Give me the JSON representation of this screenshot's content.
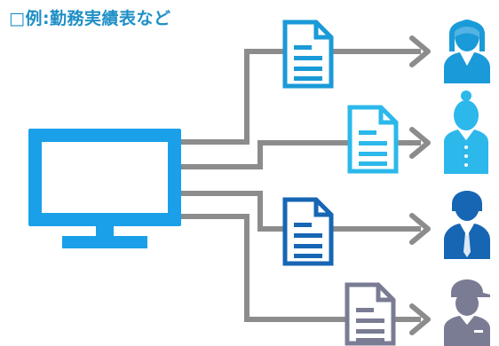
{
  "header": {
    "title": "□例:勤務実績表など"
  },
  "colors": {
    "title": "#1e8fc6",
    "connector": "#8c8c8c",
    "monitor": "#1aa0e8",
    "doc_1": "#1a9ad8",
    "doc_2": "#2cb8ea",
    "doc_3": "#1666b4",
    "doc_4": "#7a7c94",
    "person_1": "#1a9ad8",
    "person_2": "#2cb8ea",
    "person_3": "#1666b4",
    "person_4": "#7a7c94"
  },
  "diagram": {
    "source": {
      "icon": "computer-monitor-icon"
    },
    "documents": [
      {
        "icon": "document-icon",
        "color_key": "doc_1"
      },
      {
        "icon": "document-icon",
        "color_key": "doc_2"
      },
      {
        "icon": "document-icon",
        "color_key": "doc_3"
      },
      {
        "icon": "document-icon",
        "color_key": "doc_4"
      }
    ],
    "recipients": [
      {
        "icon": "female-office-worker-icon",
        "color_key": "person_1"
      },
      {
        "icon": "female-staff-icon",
        "color_key": "person_2"
      },
      {
        "icon": "male-office-worker-icon",
        "color_key": "person_3"
      },
      {
        "icon": "uniformed-worker-cap-icon",
        "color_key": "person_4"
      }
    ]
  }
}
